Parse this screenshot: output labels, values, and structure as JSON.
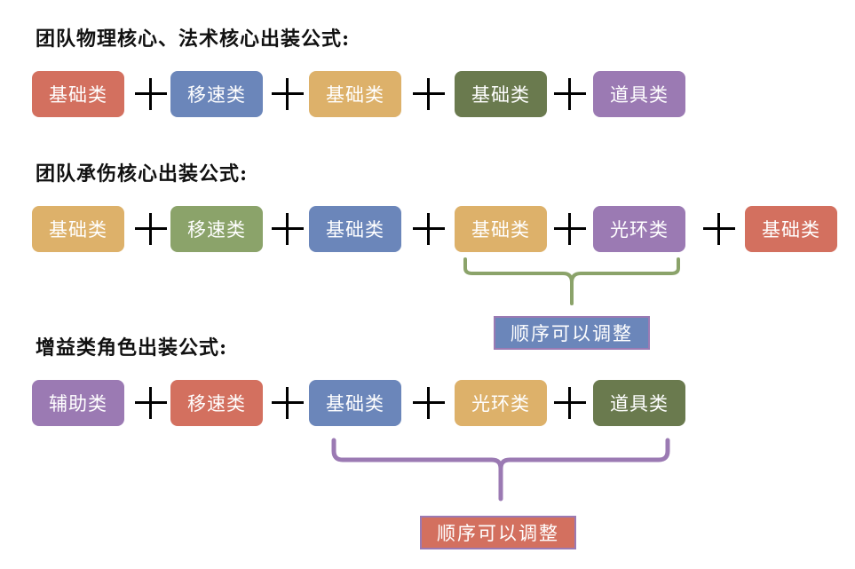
{
  "colors": {
    "red": "#D3705F",
    "blue": "#6B86BA",
    "gold": "#DDB16A",
    "olive": "#6A7A4E",
    "purple": "#9B7AB3",
    "sage": "#8BA36A"
  },
  "sections": [
    {
      "heading": "团队物理核心、法术核心出装公式:",
      "items": [
        {
          "label": "基础类",
          "color": "#D3705F"
        },
        {
          "label": "移速类",
          "color": "#6B86BA"
        },
        {
          "label": "基础类",
          "color": "#DDB16A"
        },
        {
          "label": "基础类",
          "color": "#6A7A4E"
        },
        {
          "label": "道具类",
          "color": "#9B7AB3"
        }
      ]
    },
    {
      "heading": "团队承伤核心出装公式:",
      "items": [
        {
          "label": "基础类",
          "color": "#DDB16A"
        },
        {
          "label": "移速类",
          "color": "#8BA36A"
        },
        {
          "label": "基础类",
          "color": "#6B86BA"
        },
        {
          "label": "基础类",
          "color": "#DDB16A"
        },
        {
          "label": "光环类",
          "color": "#9B7AB3"
        },
        {
          "label": "基础类",
          "color": "#D3705F"
        }
      ],
      "note": {
        "label": "顺序可以调整",
        "bg": "#6B86BA",
        "border": "#9B7AB3",
        "bracket_color": "#8BA36A"
      }
    },
    {
      "heading": "增益类角色出装公式:",
      "items": [
        {
          "label": "辅助类",
          "color": "#9B7AB3"
        },
        {
          "label": "移速类",
          "color": "#D3705F"
        },
        {
          "label": "基础类",
          "color": "#6B86BA"
        },
        {
          "label": "光环类",
          "color": "#DDB16A"
        },
        {
          "label": "道具类",
          "color": "#6A7A4E"
        }
      ],
      "note": {
        "label": "顺序可以调整",
        "bg": "#D3705F",
        "border": "#9B7AB3",
        "bracket_color": "#9B7AB3"
      }
    }
  ]
}
